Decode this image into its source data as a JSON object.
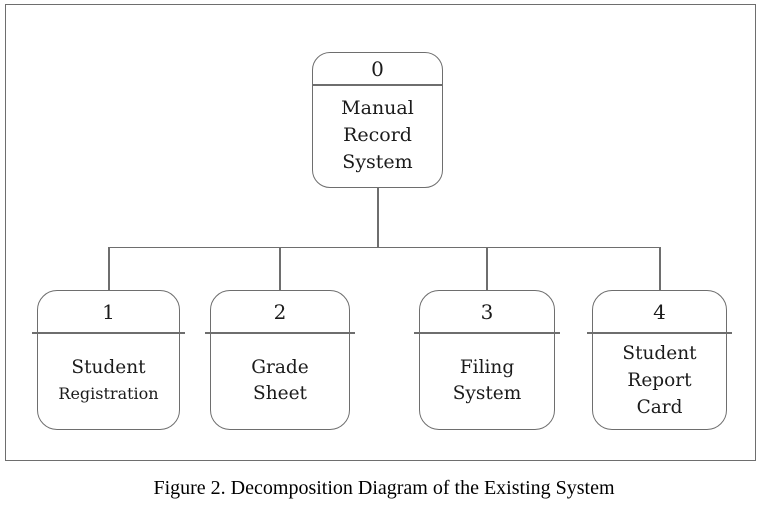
{
  "figure": {
    "caption": "Figure 2. Decomposition Diagram of the Existing System"
  },
  "diagram": {
    "type": "decomposition-tree",
    "colors": {
      "border": "#6e6e6e",
      "text": "#1b1b1b",
      "background": "#ffffff"
    },
    "root": {
      "id": "0",
      "label": "Manual Record System",
      "label_lines": [
        "Manual",
        "Record",
        "System"
      ]
    },
    "children": [
      {
        "id": "1",
        "label": "Student Registration",
        "label_lines": [
          "Student",
          "Registration"
        ]
      },
      {
        "id": "2",
        "label": "Grade Sheet",
        "label_lines": [
          "Grade",
          "Sheet"
        ]
      },
      {
        "id": "3",
        "label": "Filing System",
        "label_lines": [
          "Filing",
          "System"
        ]
      },
      {
        "id": "4",
        "label": "Student Report Card",
        "label_lines": [
          "Student",
          "Report",
          "Card"
        ]
      }
    ]
  }
}
